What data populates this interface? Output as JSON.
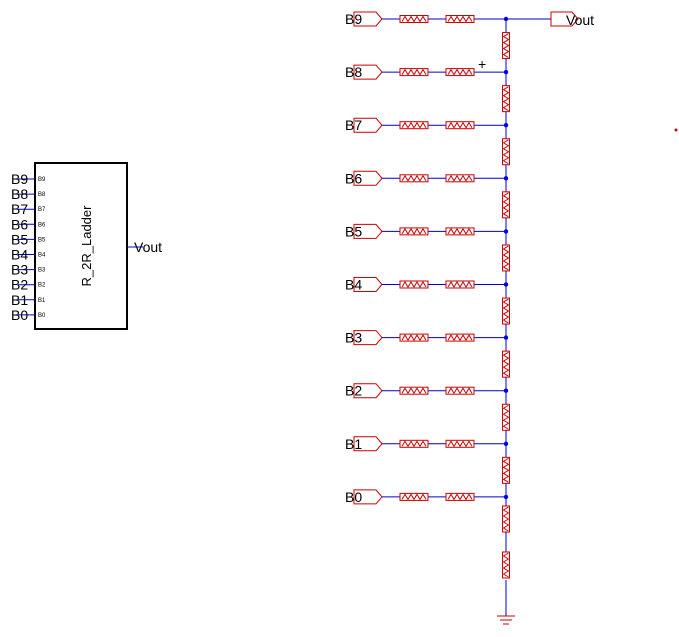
{
  "symbol": {
    "title": "R_2R_Ladder",
    "inputs": [
      {
        "name": "B9",
        "pin": "B9"
      },
      {
        "name": "B8",
        "pin": "B8"
      },
      {
        "name": "B7",
        "pin": "B7"
      },
      {
        "name": "B6",
        "pin": "B6"
      },
      {
        "name": "B5",
        "pin": "B5"
      },
      {
        "name": "B4",
        "pin": "B4"
      },
      {
        "name": "B3",
        "pin": "B3"
      },
      {
        "name": "B2",
        "pin": "B2"
      },
      {
        "name": "B1",
        "pin": "B1"
      },
      {
        "name": "B0",
        "pin": "B0"
      }
    ],
    "output": "Vout"
  },
  "schematic": {
    "inputs": [
      "B9",
      "B8",
      "B7",
      "B6",
      "B5",
      "B4",
      "B3",
      "B2",
      "B1",
      "B0"
    ],
    "output": "Vout",
    "cursor": "+"
  },
  "colors": {
    "wire": "#0000cc",
    "component": "#cc0000",
    "outline": "#000000",
    "node": "#0000ff"
  }
}
